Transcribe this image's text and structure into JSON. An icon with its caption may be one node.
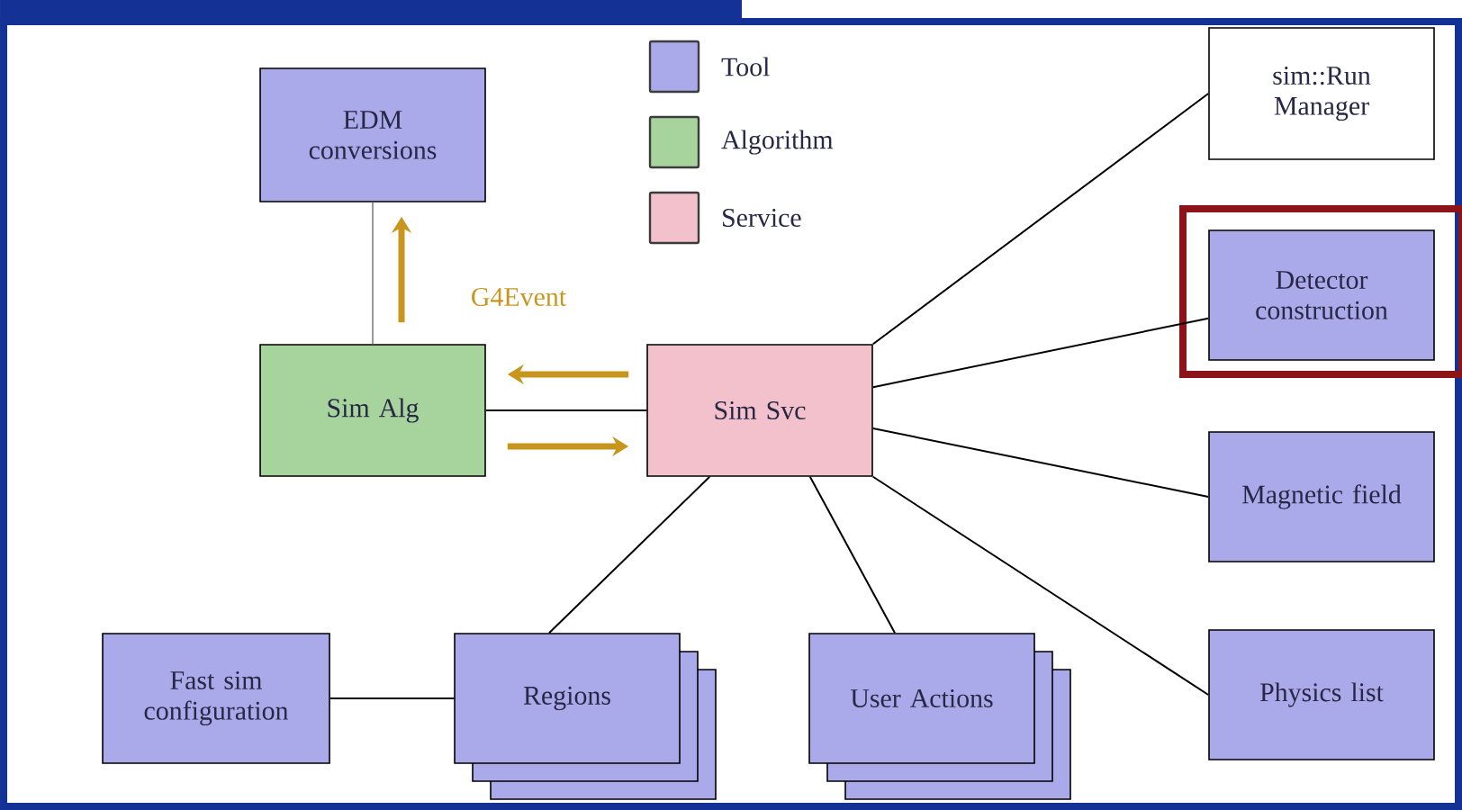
{
  "diagram": {
    "nodes": [
      {
        "text": [
          "EDM conversions"
        ]
      },
      {
        "text": [
          "Sim Alg"
        ]
      },
      {
        "text": [
          "Sim Svc"
        ]
      },
      {
        "text": [
          "sim::Run Manager"
        ]
      },
      {
        "text": [
          "Detector construction"
        ]
      },
      {
        "text": [
          "Magnetic field"
        ]
      },
      {
        "text": [
          "Physics list"
        ]
      },
      {
        "text": [
          "Fast sim configuration"
        ]
      },
      {
        "text": [
          "Regions"
        ]
      },
      {
        "text": [
          "User Actions"
        ]
      }
    ],
    "edges": [
      {
        "from": 0,
        "to": 1,
        "arrow": "none",
        "color": "#9a9a9a"
      },
      {
        "from": 1,
        "to": 0,
        "arrow": "to",
        "label": "G4Event",
        "style": "thick",
        "color": "#c8961e"
      },
      {
        "from": 2,
        "to": 1,
        "arrow": "to",
        "style": "thick",
        "color": "#c8961e"
      },
      {
        "from": 1,
        "to": 2,
        "arrow": "none"
      },
      {
        "from": 1,
        "to": 2,
        "arrow": "to",
        "style": "thick",
        "color": "#c8961e"
      },
      {
        "from": 2,
        "to": 3,
        "arrow": "none"
      },
      {
        "from": 2,
        "to": 4,
        "arrow": "none"
      },
      {
        "from": 2,
        "to": 5,
        "arrow": "none"
      },
      {
        "from": 2,
        "to": 6,
        "arrow": "none"
      },
      {
        "from": 2,
        "to": 8,
        "arrow": "none"
      },
      {
        "from": 2,
        "to": 9,
        "arrow": "none"
      },
      {
        "from": 7,
        "to": 8,
        "arrow": "none"
      }
    ],
    "legend": [
      {
        "text": "Tool",
        "color": "#aaaaea"
      },
      {
        "text": "Algorithm",
        "color": "#a6d49c"
      },
      {
        "text": "Service",
        "color": "#f3c1cb"
      }
    ]
  }
}
